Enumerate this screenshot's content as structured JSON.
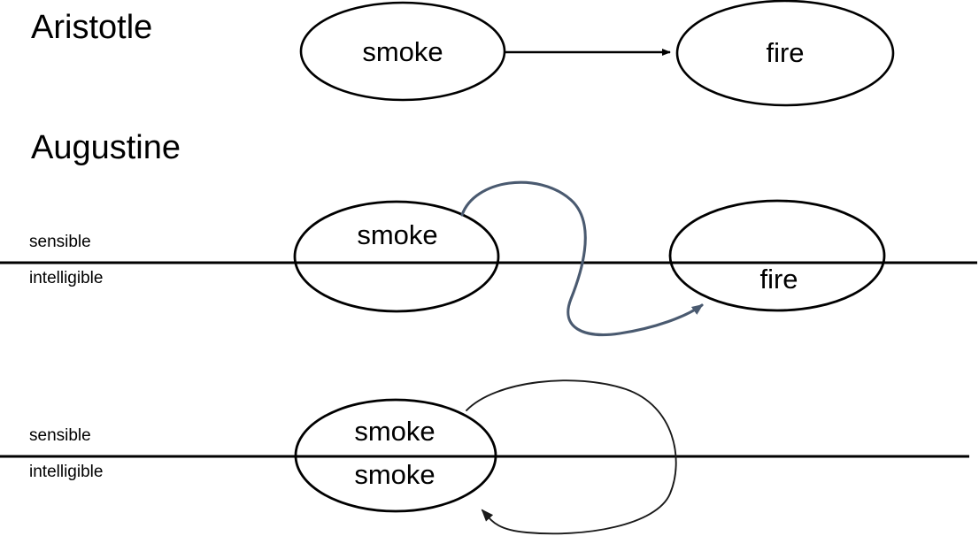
{
  "diagram": {
    "title_aristotle": "Aristotle",
    "title_augustine": "Augustine",
    "tier_labels": {
      "sensible": "sensible",
      "intelligible": "intelligible"
    },
    "rows": [
      {
        "id": "aristotle-row",
        "heading": "Aristotle",
        "nodes": [
          {
            "id": "smoke-node-1",
            "label": "smoke"
          },
          {
            "id": "fire-node-1",
            "label": "fire"
          }
        ],
        "edges": [
          {
            "id": "smoke-to-fire-straight",
            "from": "smoke",
            "to": "fire",
            "style": "straight-arrow",
            "color": "#000000"
          }
        ],
        "has_divider": false
      },
      {
        "id": "augustine-row-1",
        "heading": "Augustine",
        "nodes": [
          {
            "id": "smoke-node-2",
            "label": "smoke",
            "tier": "sensible"
          },
          {
            "id": "fire-node-2",
            "label": "fire",
            "tier": "intelligible"
          }
        ],
        "edges": [
          {
            "id": "smoke-to-fire-scurve",
            "from": "smoke",
            "to": "fire",
            "style": "s-curve-arrow",
            "color": "#4a5a70"
          }
        ],
        "has_divider": true,
        "divider_labels": {
          "above": "sensible",
          "below": "intelligible"
        }
      },
      {
        "id": "augustine-row-2",
        "heading": "",
        "nodes": [
          {
            "id": "smoke-node-3a",
            "label": "smoke",
            "tier": "sensible"
          },
          {
            "id": "smoke-node-3b",
            "label": "smoke",
            "tier": "intelligible"
          }
        ],
        "edges": [
          {
            "id": "smoke-self-loop",
            "from": "smoke",
            "to": "smoke",
            "style": "self-loop-arrow",
            "color": "#1a1a1a"
          }
        ],
        "has_divider": true,
        "divider_labels": {
          "above": "sensible",
          "below": "intelligible"
        }
      }
    ],
    "colors": {
      "stroke_black": "#000000",
      "arrow_slate_blue": "#4a5a70",
      "loop_gray": "#1a1a1a",
      "background": "#ffffff"
    }
  }
}
